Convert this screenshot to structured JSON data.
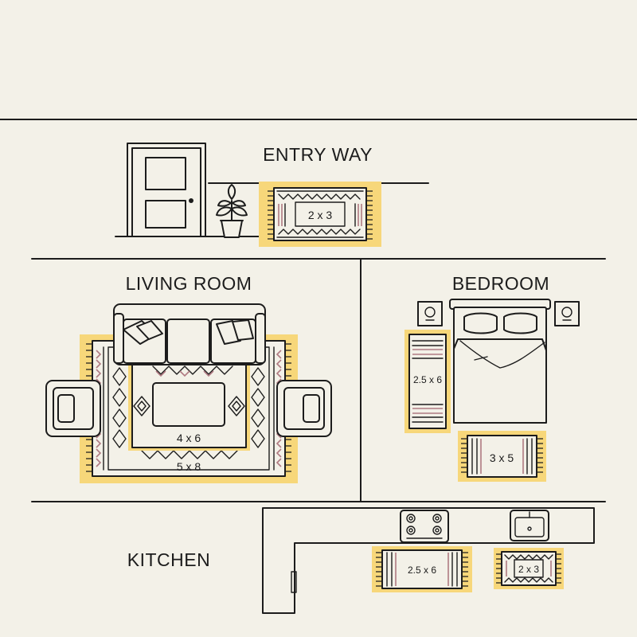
{
  "rooms": {
    "entry": "ENTRY WAY",
    "living": "LIVING ROOM",
    "bedroom": "BEDROOM",
    "kitchen": "KITCHEN"
  },
  "rugs": {
    "entry": "2 x 3",
    "living_inner": "4 x 6",
    "living_outer": "5 x 8",
    "bed_side": "2.5 x 6",
    "bed_foot": "3 x 5",
    "kitchen_stove": "2.5 x 6",
    "kitchen_sink": "2 x 3"
  },
  "colors": {
    "highlight": "#f7d77a",
    "line": "#1c1c1c",
    "background": "#f3f1e8",
    "accent_pink": "#b07a82"
  },
  "icons": [
    "door-icon",
    "plant-icon",
    "sofa-icon",
    "armchair-icon",
    "coffee-table-icon",
    "bed-icon",
    "nightstand-icon",
    "stove-icon",
    "sink-icon"
  ]
}
